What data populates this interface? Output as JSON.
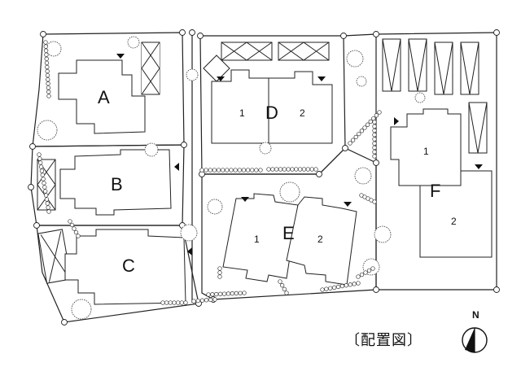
{
  "diagram": {
    "title": "〔配置図〕",
    "compass_label": "N",
    "lots": [
      {
        "id": "A",
        "label": "A",
        "units": []
      },
      {
        "id": "B",
        "label": "B",
        "units": []
      },
      {
        "id": "C",
        "label": "C",
        "units": []
      },
      {
        "id": "D",
        "label": "D",
        "units": [
          "1",
          "2"
        ]
      },
      {
        "id": "E",
        "label": "E",
        "units": [
          "1",
          "2"
        ]
      },
      {
        "id": "F",
        "label": "F",
        "units": [
          "1",
          "2"
        ]
      }
    ]
  }
}
